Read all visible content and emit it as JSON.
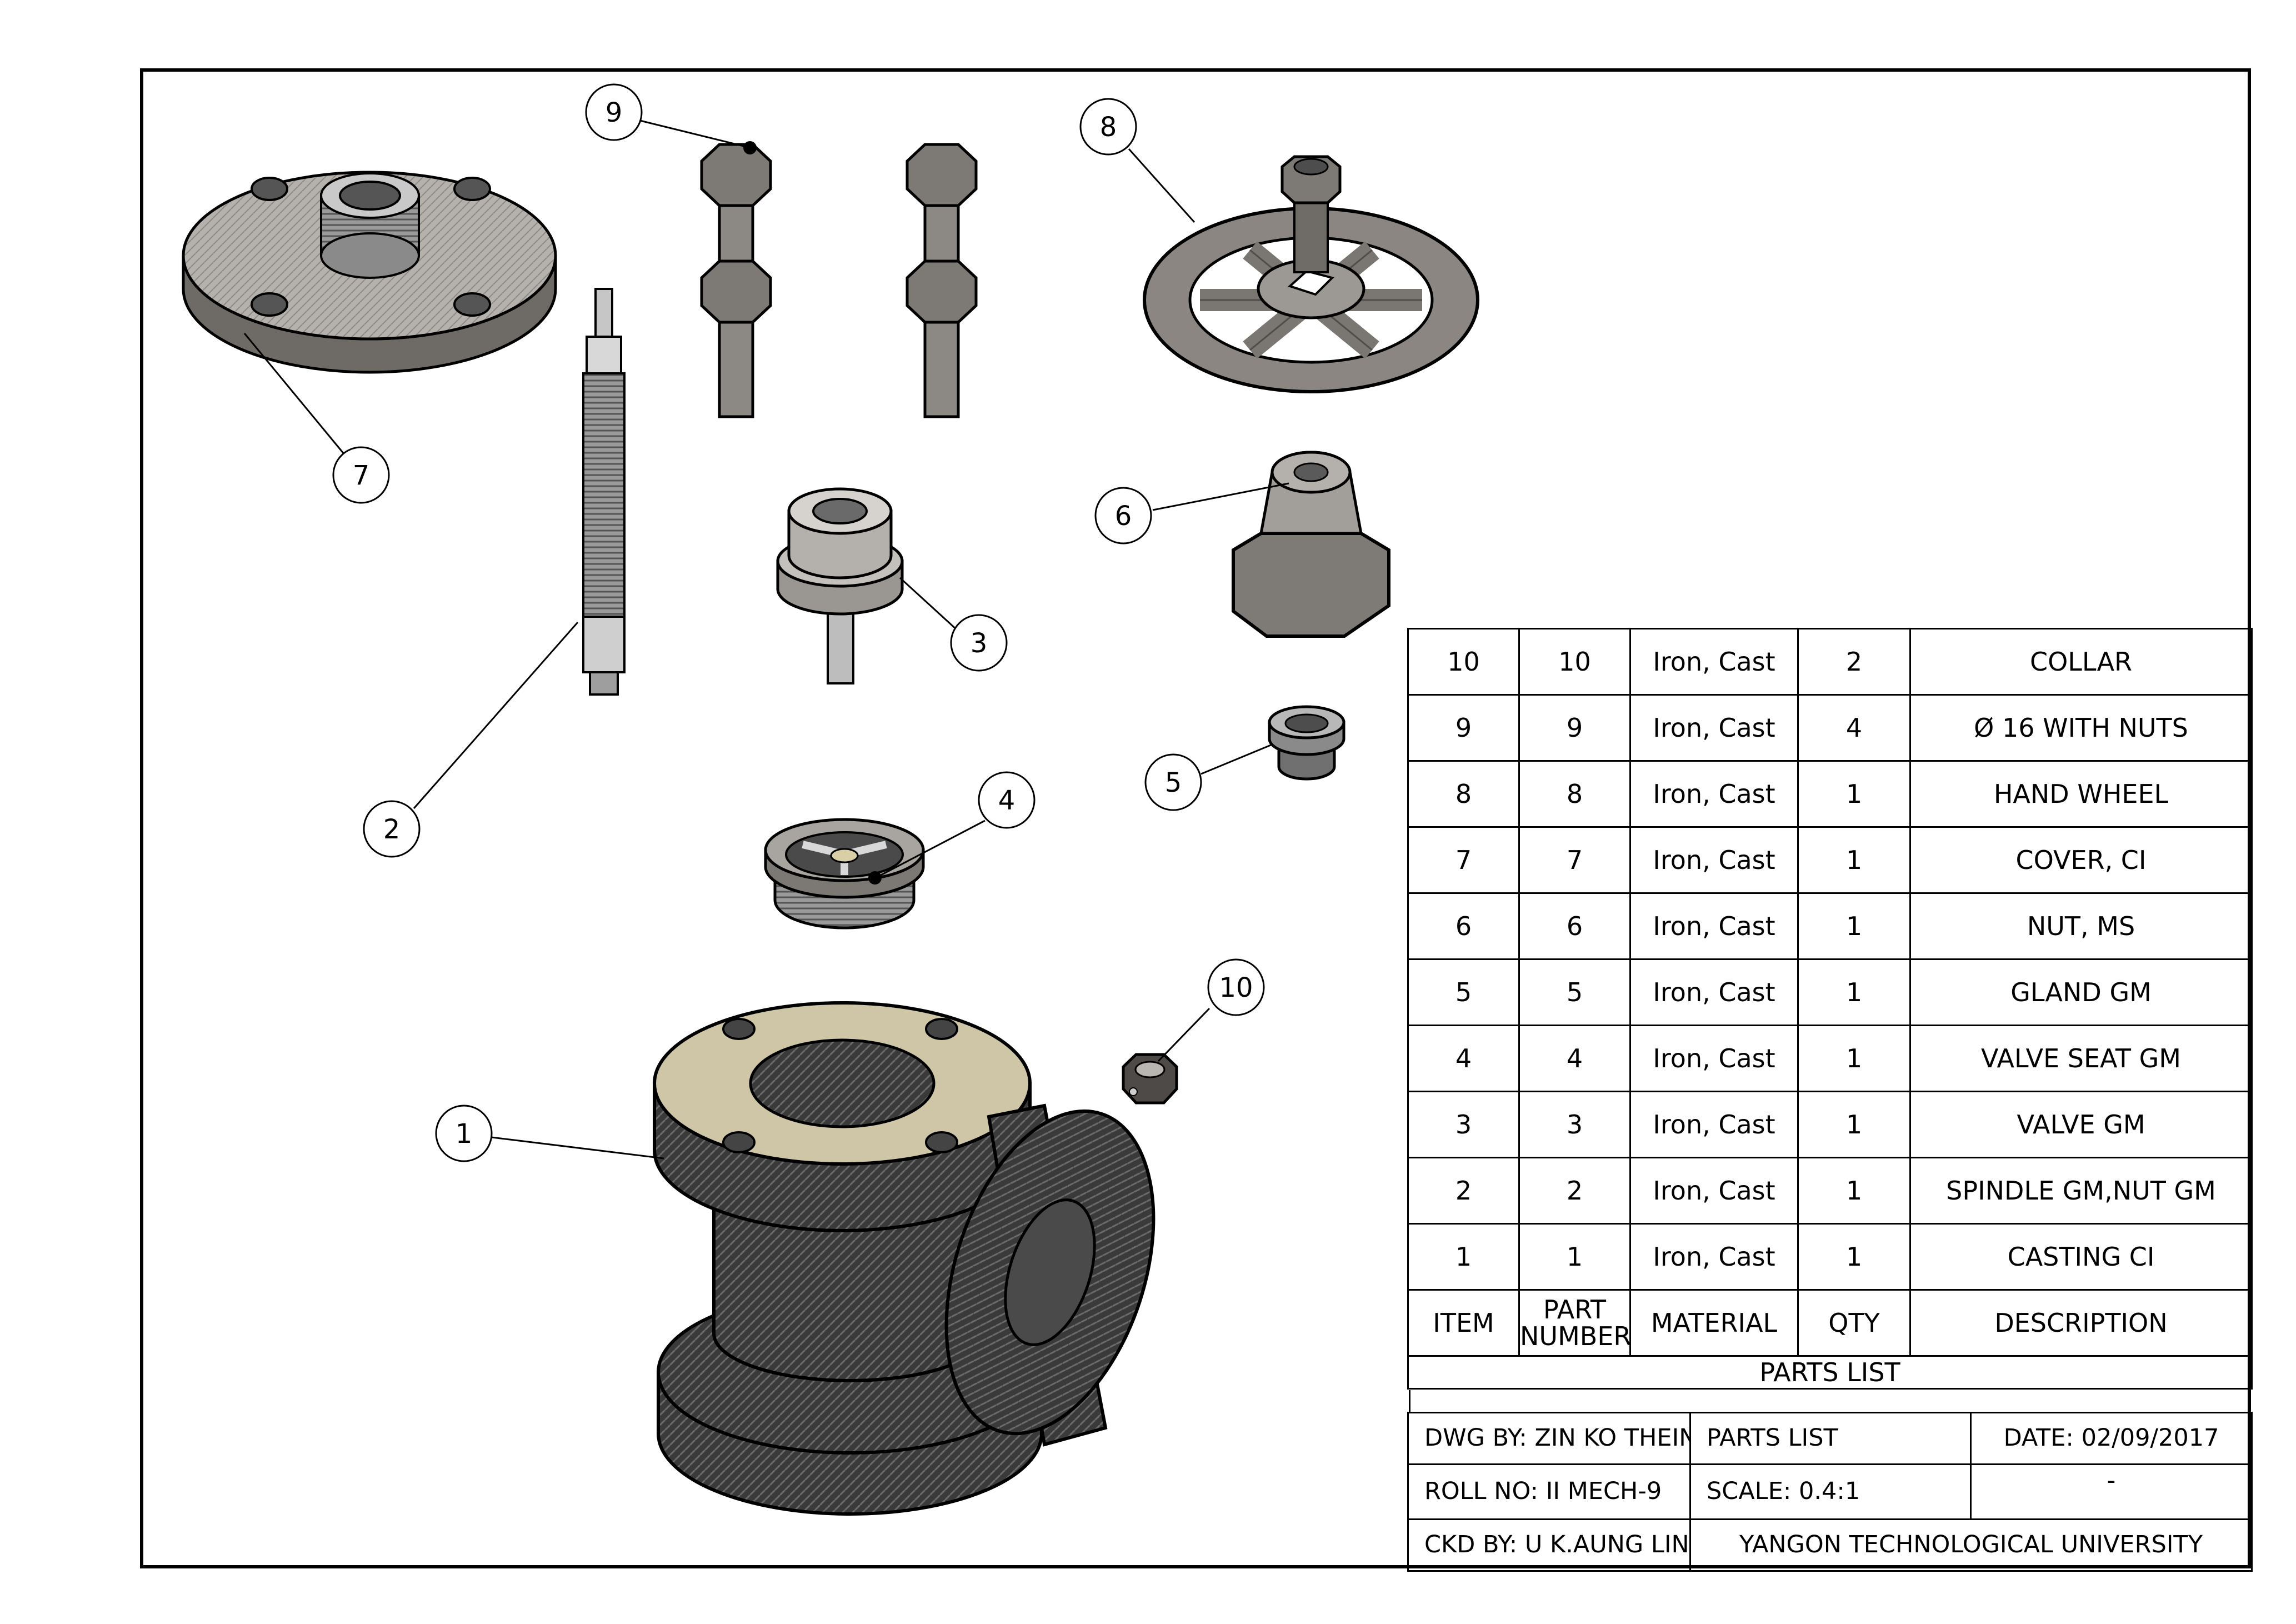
{
  "callouts": [
    "1",
    "2",
    "3",
    "4",
    "5",
    "6",
    "7",
    "8",
    "9",
    "10"
  ],
  "parts_list": {
    "title": "PARTS LIST",
    "headers": {
      "item": "ITEM",
      "part_number_1": "PART",
      "part_number_2": "NUMBER",
      "material": "MATERIAL",
      "qty": "QTY",
      "description": "DESCRIPTION"
    },
    "rows": [
      {
        "item": "10",
        "part": "10",
        "material": "Iron, Cast",
        "qty": "2",
        "description": "COLLAR"
      },
      {
        "item": "9",
        "part": "9",
        "material": "Iron, Cast",
        "qty": "4",
        "description": "Ø 16 WITH NUTS"
      },
      {
        "item": "8",
        "part": "8",
        "material": "Iron, Cast",
        "qty": "1",
        "description": "HAND WHEEL"
      },
      {
        "item": "7",
        "part": "7",
        "material": "Iron, Cast",
        "qty": "1",
        "description": "COVER, CI"
      },
      {
        "item": "6",
        "part": "6",
        "material": "Iron, Cast",
        "qty": "1",
        "description": "NUT, MS"
      },
      {
        "item": "5",
        "part": "5",
        "material": "Iron, Cast",
        "qty": "1",
        "description": "GLAND GM"
      },
      {
        "item": "4",
        "part": "4",
        "material": "Iron, Cast",
        "qty": "1",
        "description": "VALVE SEAT GM"
      },
      {
        "item": "3",
        "part": "3",
        "material": "Iron, Cast",
        "qty": "1",
        "description": "VALVE GM"
      },
      {
        "item": "2",
        "part": "2",
        "material": "Iron, Cast",
        "qty": "1",
        "description": "SPINDLE GM,NUT GM"
      },
      {
        "item": "1",
        "part": "1",
        "material": "Iron, Cast",
        "qty": "1",
        "description": "CASTING CI"
      }
    ]
  },
  "title_block": {
    "dwg_by": "DWG BY: ZIN KO THEIN",
    "drawing_title": "PARTS LIST",
    "date": "DATE: 02/09/2017",
    "roll_no": "ROLL NO: II MECH-9",
    "scale": "SCALE: 0.4:1",
    "sheet": "-",
    "ckd_by": "CKD BY: U K.AUNG LIN",
    "institution": "YANGON TECHNOLOGICAL UNIVERSITY"
  },
  "colors": {
    "line": "#000000",
    "metal_light": "#c8c8c8",
    "metal_mid": "#8e8a86",
    "metal_dark": "#5a5654",
    "casting_dark": "#3c3c3c",
    "flange_face": "#cfc6a8",
    "cover_face": "#b9b6b2"
  }
}
